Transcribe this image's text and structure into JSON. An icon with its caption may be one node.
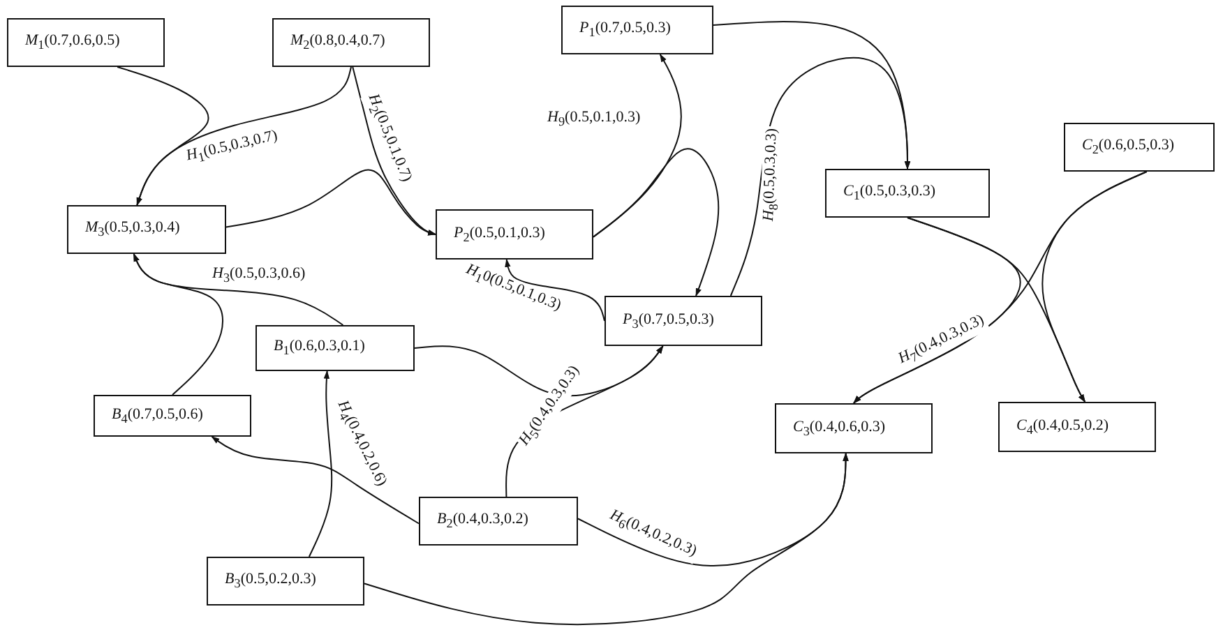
{
  "diagram": {
    "nodes": [
      {
        "text": [
          "*M*$_{1}$(0.7,0.6,0.5)"
        ]
      },
      {
        "text": [
          "*M*$_{2}$(0.8,0.4,0.7)"
        ]
      },
      {
        "text": [
          "*M*$_{3}$(0.5,0.3,0.4)"
        ]
      },
      {
        "text": [
          "*P*$_{1}$(0.7,0.5,0.3)"
        ]
      },
      {
        "text": [
          "*P*$_{2}$(0.5,0.1,0.3)"
        ]
      },
      {
        "text": [
          "*P*$_{3}$(0.7,0.5,0.3)"
        ]
      },
      {
        "text": [
          "*C*$_{1}$(0.5,0.3,0.3)"
        ]
      },
      {
        "text": [
          "*C*$_{2}$(0.6,0.5,0.3)"
        ]
      },
      {
        "text": [
          "*C*$_{3}$(0.4,0.6,0.3)"
        ]
      },
      {
        "text": [
          "*C*$_{4}$(0.4,0.5,0.2)"
        ]
      },
      {
        "text": [
          "*B*$_{1}$(0.6,0.3,0.1)"
        ]
      },
      {
        "text": [
          "*B*$_{2}$(0.4,0.3,0.2)"
        ]
      },
      {
        "text": [
          "*B*$_{3}$(0.5,0.2,0.3)"
        ]
      },
      {
        "text": [
          "*B*$_{4}$(0.7,0.5,0.6)"
        ]
      }
    ],
    "edges": [
      {
        "from": 0,
        "to": 2,
        "arrow": "to"
      },
      {
        "from": 1,
        "to": 2,
        "arrow": "to",
        "label": "*H*$_{1}$(0.5,0.3,0.7)"
      },
      {
        "from": 1,
        "to": 4,
        "arrow": "to",
        "label": "*H*$_{2}$(0.5,0.1,0.7)"
      },
      {
        "from": 2,
        "to": 4,
        "arrow": "to"
      },
      {
        "from": 4,
        "to": 3,
        "arrow": "to",
        "label": "*H*$_{9}$(0.5,0.1,0.3)"
      },
      {
        "from": 4,
        "to": 5,
        "arrow": "to"
      },
      {
        "from": 5,
        "to": 4,
        "arrow": "to",
        "label": "*H*$_{1}$0(0.5,0.1,0.3)"
      },
      {
        "from": 3,
        "to": 6,
        "arrow": "to"
      },
      {
        "from": 5,
        "to": 6,
        "arrow": "to",
        "label": "*H*$_{8}$(0.5,0.3,0.3)"
      },
      {
        "from": 6,
        "to": 8,
        "arrow": "to",
        "label": "*H*$_{7}$(0.4,0.3,0.3)"
      },
      {
        "from": 6,
        "to": 9,
        "arrow": "to"
      },
      {
        "from": 7,
        "to": 8,
        "arrow": "to"
      },
      {
        "from": 7,
        "to": 9,
        "arrow": "to"
      },
      {
        "from": 10,
        "to": 2,
        "arrow": "to",
        "label": "*H*$_{3}$(0.5,0.3,0.6)"
      },
      {
        "from": 13,
        "to": 2,
        "arrow": "to"
      },
      {
        "from": 12,
        "to": 10,
        "arrow": "to",
        "label": "*H*$_{4}$(0.4,0.2,0.6)"
      },
      {
        "from": 11,
        "to": 13,
        "arrow": "to"
      },
      {
        "from": 10,
        "to": 5,
        "arrow": "to"
      },
      {
        "from": 11,
        "to": 5,
        "arrow": "to",
        "label": "*H*$_{5}$(0.4,0.3,0.3)"
      },
      {
        "from": 11,
        "to": 8,
        "arrow": "to",
        "label": "*H*$_{6}$(0.4,0.2,0.3)"
      },
      {
        "from": 12,
        "to": 8,
        "arrow": "to"
      }
    ]
  }
}
